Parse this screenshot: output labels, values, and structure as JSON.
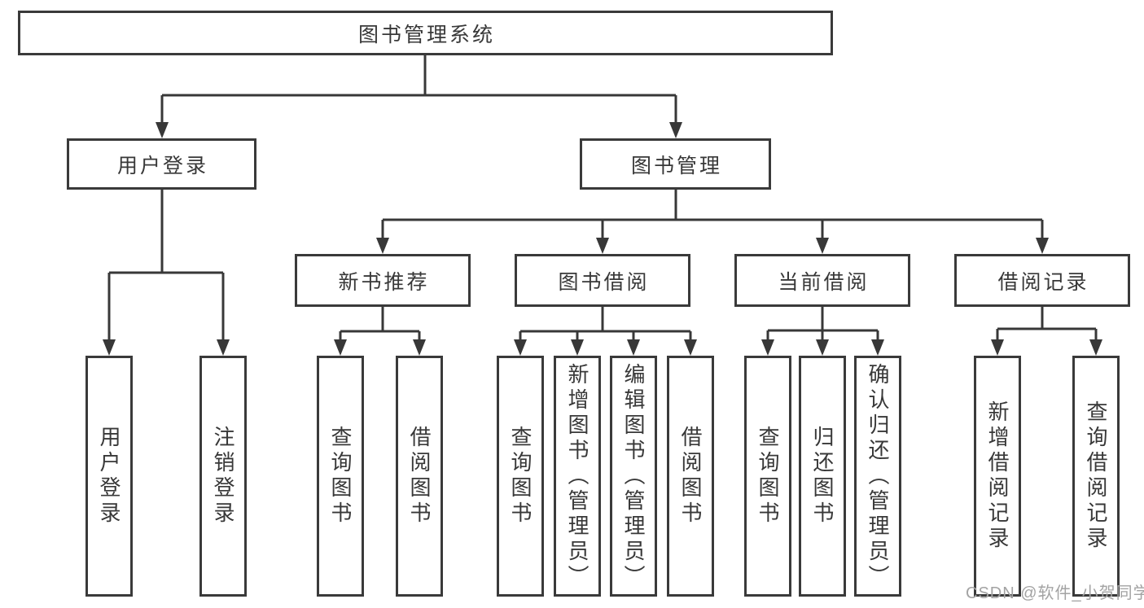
{
  "tree": {
    "root": {
      "label": "图书管理系统",
      "children": [
        {
          "label": "用户登录",
          "children": [
            {
              "label": "用户登录"
            },
            {
              "label": "注销登录"
            }
          ]
        },
        {
          "label": "图书管理",
          "children": [
            {
              "label": "新书推荐",
              "children": [
                {
                  "label": "查询图书"
                },
                {
                  "label": "借阅图书"
                }
              ]
            },
            {
              "label": "图书借阅",
              "children": [
                {
                  "label": "查询图书"
                },
                {
                  "label": "新增图书（管理员）"
                },
                {
                  "label": "编辑图书（管理员）"
                },
                {
                  "label": "借阅图书"
                }
              ]
            },
            {
              "label": "当前借阅",
              "children": [
                {
                  "label": "查询图书"
                },
                {
                  "label": "归还图书"
                },
                {
                  "label": "确认归还（管理员）"
                }
              ]
            },
            {
              "label": "借阅记录",
              "children": [
                {
                  "label": "新增借阅记录"
                },
                {
                  "label": "查询借阅记录"
                }
              ]
            }
          ]
        }
      ]
    }
  },
  "watermark": "CSDN @软件_小贺同学",
  "colors": {
    "line": "#383838",
    "box_border": "#3a3a3a",
    "text": "#383838",
    "watermark": "#a3a3a3",
    "background": "#ffffff"
  }
}
